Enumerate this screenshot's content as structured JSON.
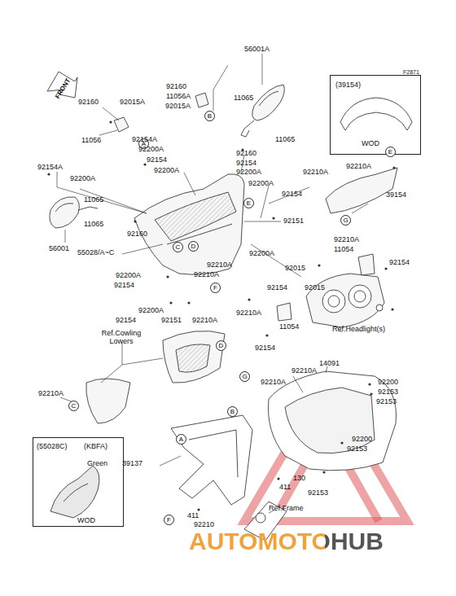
{
  "diagram": {
    "nodes": [
      {
        "text": [
          "(39154)",
          "WOD"
        ]
      },
      {
        "text": [
          "(55028C)",
          "(KBFA)",
          "Green",
          "WOD"
        ]
      },
      {
        "text": [
          "A"
        ]
      },
      {
        "text": [
          "B"
        ]
      },
      {
        "text": [
          "E"
        ]
      },
      {
        "text": [
          "E"
        ]
      },
      {
        "text": [
          "G"
        ]
      },
      {
        "text": [
          "D"
        ]
      },
      {
        "text": [
          "C"
        ]
      },
      {
        "text": [
          "F"
        ]
      },
      {
        "text": [
          "D"
        ]
      },
      {
        "text": [
          "C"
        ]
      },
      {
        "text": [
          "G"
        ]
      },
      {
        "text": [
          "B"
        ]
      },
      {
        "text": [
          "A"
        ]
      },
      {
        "text": [
          "F"
        ]
      }
    ],
    "labels": [
      "F2871",
      "56001A",
      "11065",
      "11065",
      "92160",
      "11056A",
      "92015A",
      "92160",
      "92015A",
      "11056",
      "92154A",
      "92200A",
      "92154",
      "92200A",
      "92154A",
      "92200A",
      "92160",
      "92154",
      "92200A",
      "11065",
      "11065",
      "56001",
      "92160",
      "55028/A~C",
      "92200A",
      "92154",
      "92151",
      "92210A",
      "92210A",
      "39154",
      "92210A",
      "11054",
      "92154",
      "92200A",
      "92015",
      "92015",
      "92154",
      "92210A",
      "92210A",
      "92200A",
      "92154",
      "92200A",
      "92154",
      "92151",
      "92210A",
      "92210A",
      "11054",
      "92154",
      "Ref.Headlight(s)",
      "Ref.Cowling Lowers",
      "92210A",
      "92210A",
      "92210A",
      "14091",
      "92200",
      "92153",
      "92153",
      "92200",
      "92153",
      "39137",
      "130",
      "411",
      "92153",
      "Ref.Frame",
      "411",
      "92210",
      "FRONT",
      "AUTOMOTOHUB"
    ]
  }
}
